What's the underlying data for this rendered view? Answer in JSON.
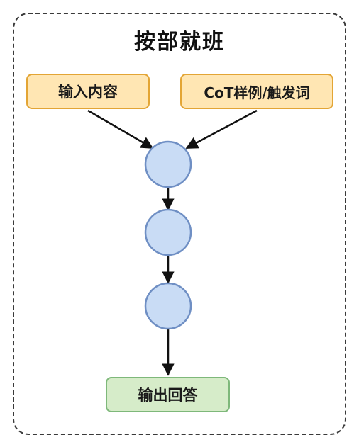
{
  "diagram": {
    "title": "按部就班",
    "inputs": [
      {
        "label": "输入内容"
      },
      {
        "label": "CoT样例/触发词"
      }
    ],
    "steps": [
      {
        "label": ""
      },
      {
        "label": ""
      },
      {
        "label": ""
      }
    ],
    "output": {
      "label": "输出回答"
    }
  },
  "colors": {
    "input_fill": "#ffe6b3",
    "input_border": "#e3a535",
    "step_fill": "#c9dcf5",
    "step_border": "#6f8fc4",
    "output_fill": "#d6ecc9",
    "output_border": "#7eb87a",
    "frame": "#3a3a3a",
    "arrow": "#111111"
  }
}
